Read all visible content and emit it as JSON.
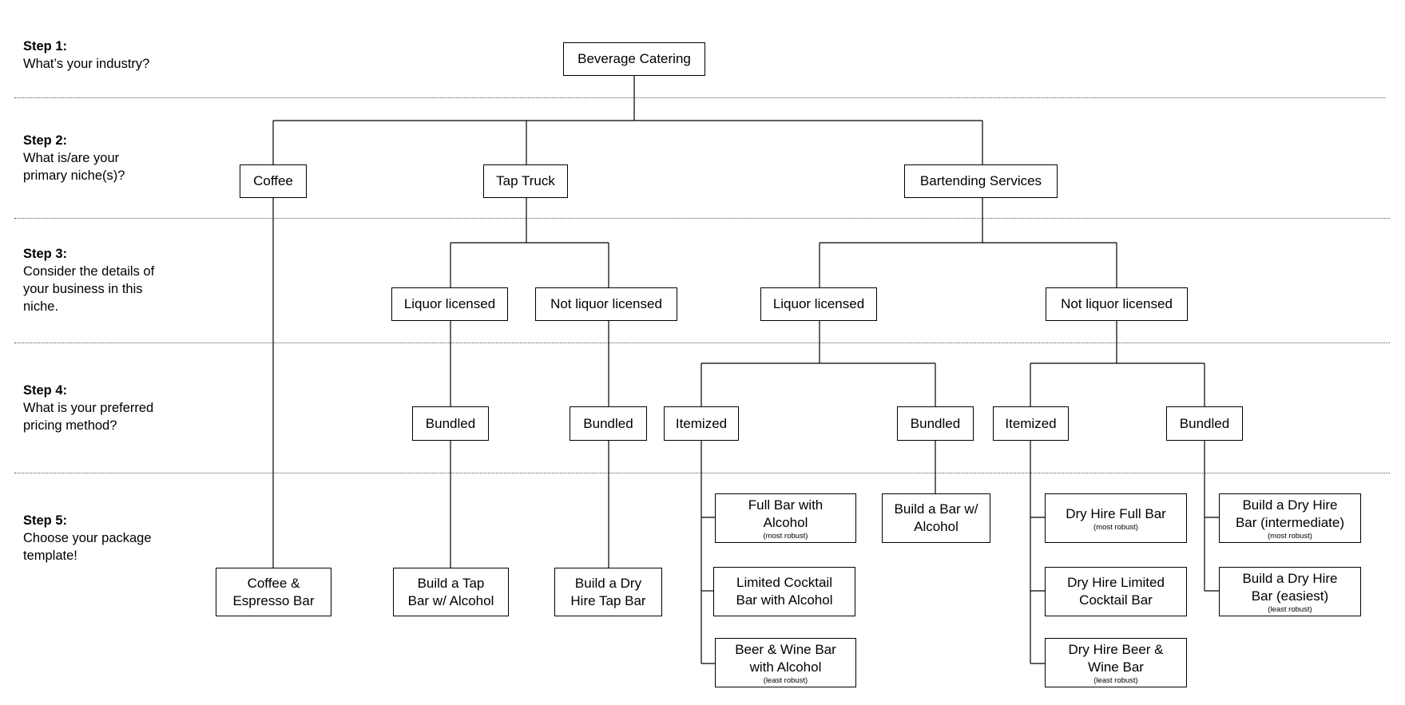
{
  "steps": [
    {
      "title": "Step 1:",
      "question": "What’s your industry?"
    },
    {
      "title": "Step 2:",
      "question": "What is/are your\nprimary niche(s)?"
    },
    {
      "title": "Step 3:",
      "question": "Consider the details of\nyour business in this\nniche."
    },
    {
      "title": "Step 4:",
      "question": "What is your preferred\npricing method?"
    },
    {
      "title": "Step 5:",
      "question": "Choose your package\ntemplate!"
    }
  ],
  "nodes": {
    "root": {
      "label": "Beverage Catering"
    },
    "coffee": {
      "label": "Coffee"
    },
    "tap_truck": {
      "label": "Tap Truck"
    },
    "bartending": {
      "label": "Bartending Services"
    },
    "tap_liquor": {
      "label": "Liquor licensed"
    },
    "tap_not_liquor": {
      "label": "Not liquor licensed"
    },
    "bar_liquor": {
      "label": "Liquor licensed"
    },
    "bar_not_liquor": {
      "label": "Not liquor licensed"
    },
    "tap_liquor_bundled": {
      "label": "Bundled"
    },
    "tap_not_liquor_bundled": {
      "label": "Bundled"
    },
    "bar_liquor_itemized": {
      "label": "Itemized"
    },
    "bar_liquor_bundled": {
      "label": "Bundled"
    },
    "bar_not_liquor_itemized": {
      "label": "Itemized"
    },
    "bar_not_liquor_bundled": {
      "label": "Bundled"
    },
    "coffee_espresso_bar": {
      "label": "Coffee &\nEspresso Bar"
    },
    "build_tap_bar_alcohol": {
      "label": "Build a Tap\nBar w/ Alcohol"
    },
    "build_dry_hire_tap_bar": {
      "label": "Build a Dry\nHire Tap Bar"
    },
    "full_bar_alcohol": {
      "label": "Full Bar with\nAlcohol",
      "note": "(most robust)"
    },
    "limited_cocktail_alcohol": {
      "label": "Limited Cocktail\nBar with Alcohol"
    },
    "beer_wine_alcohol": {
      "label": "Beer & Wine Bar\nwith Alcohol",
      "note": "(least robust)"
    },
    "build_bar_alcohol": {
      "label": "Build a Bar w/\nAlcohol"
    },
    "dry_hire_full_bar": {
      "label": "Dry Hire Full Bar",
      "note": "(most robust)"
    },
    "dry_hire_limited_cocktail": {
      "label": "Dry Hire Limited\nCocktail Bar"
    },
    "dry_hire_beer_wine": {
      "label": "Dry Hire Beer &\nWine Bar",
      "note": "(least robust)"
    },
    "build_dry_hire_intermediate": {
      "label": "Build a Dry Hire\nBar (intermediate)",
      "note": "(most robust)"
    },
    "build_dry_hire_easiest": {
      "label": "Build a Dry Hire\nBar (easiest)",
      "note": "(least robust)"
    }
  }
}
